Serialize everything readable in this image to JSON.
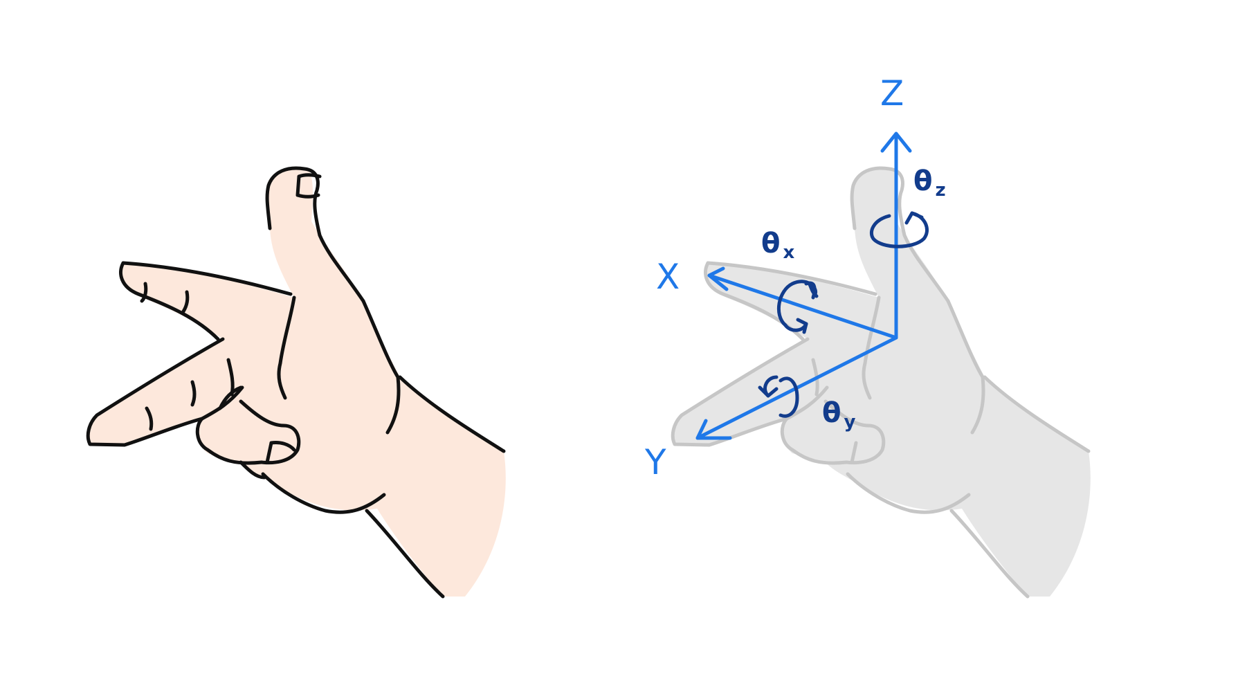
{
  "colors": {
    "background": "#ffffff",
    "skin_fill": "#fde8dc",
    "outline": "#111111",
    "ghost_fill": "#e6e6e6",
    "ghost_outline": "#c6c6c6",
    "axis": "#1f78e8",
    "rotation": "#123c8c"
  },
  "axes": {
    "x": {
      "label": "X"
    },
    "y": {
      "label": "Y"
    },
    "z": {
      "label": "Z"
    }
  },
  "rotations": {
    "x": {
      "symbol": "θ",
      "sub": "x"
    },
    "y": {
      "symbol": "θ",
      "sub": "y"
    },
    "z": {
      "symbol": "θ",
      "sub": "z"
    }
  },
  "icons": {
    "left_hand": "hand-pistol-pose-icon",
    "right_hand": "ghost-hand-icon",
    "rotation": "circular-arrow-icon"
  }
}
